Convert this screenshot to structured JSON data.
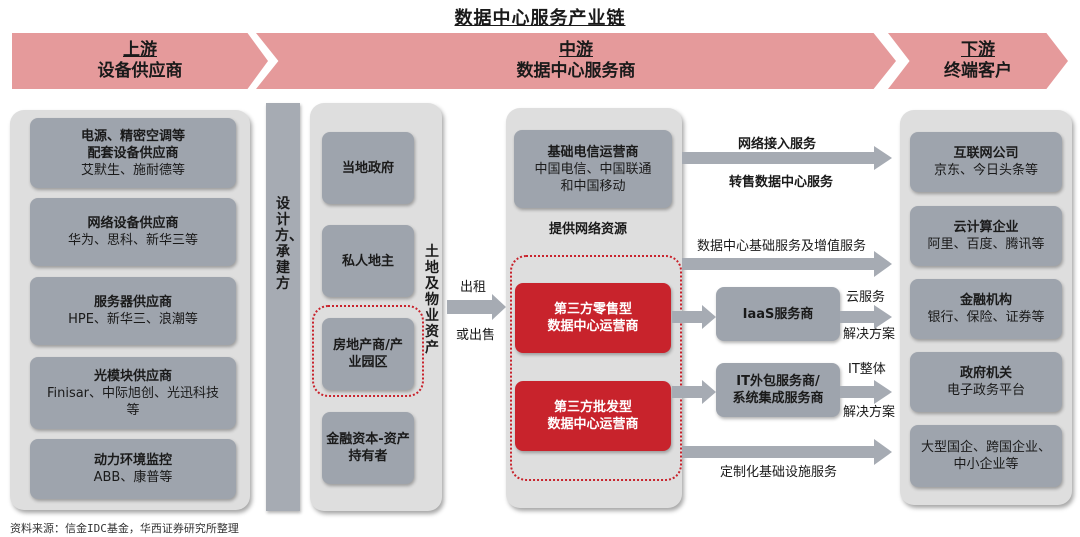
{
  "title": "数据中心服务产业链",
  "upstream": {
    "label": "上游",
    "sub": "设备供应商"
  },
  "midstream": {
    "label": "中游",
    "sub": "数据中心服务商"
  },
  "downstream": {
    "label": "下游",
    "sub": "终端客户"
  },
  "suppliers": [
    {
      "name": "电源、精密空调等\n配套设备供应商",
      "detail": "艾默生、施耐德等"
    },
    {
      "name": "网络设备供应商",
      "detail": "华为、思科、新华三等"
    },
    {
      "name": "服务器供应商",
      "detail": "HPE、新华三、浪潮等"
    },
    {
      "name": "光模块供应商",
      "detail": "Finisar、中际旭创、光迅科技等"
    },
    {
      "name": "动力环境监控",
      "detail": "ABB、康普等"
    }
  ],
  "design_bar": "设计方、承建方",
  "land_owners": [
    "当地政府",
    "私人地主",
    "房地产商/产业园区",
    "金融资本-资产持有者"
  ],
  "land_label": "土地及物业资产",
  "lease_top": "出租",
  "lease_bottom": "或出售",
  "telecom": {
    "name": "基础电信运营商",
    "detail": "中国电信、中国联通\n和中国移动"
  },
  "provide_network": "提供网络资源",
  "retail_operator": "第三方零售型\n数据中心运营商",
  "wholesale_operator": "第三方批发型\n数据中心运营商",
  "iaas": "IaaS服务商",
  "it_outsource": "IT外包服务商/\n系统集成服务商",
  "flow_labels": {
    "network_access": "网络接入服务",
    "resell_dc": "转售数据中心服务",
    "dc_basic": "数据中心基础服务及增值服务",
    "cloud": "云服务",
    "solution1": "解决方案",
    "it_whole": "IT整体",
    "solution2": "解决方案",
    "custom_infra": "定制化基础设施服务"
  },
  "customers": [
    {
      "name": "互联网公司",
      "detail": "京东、今日头条等"
    },
    {
      "name": "云计算企业",
      "detail": "阿里、百度、腾讯等"
    },
    {
      "name": "金融机构",
      "detail": "银行、保险、证券等"
    },
    {
      "name": "政府机关",
      "detail": "电子政务平台"
    },
    {
      "name": "",
      "detail": "大型国企、跨国企业、\n中小企业等"
    }
  ],
  "source": "资料来源：信金IDC基金，华西证券研究所整理",
  "colors": {
    "banner": "#e59a9b",
    "box": "#9ea4ad",
    "panel": "#dedede",
    "operator": "#c8232c"
  }
}
